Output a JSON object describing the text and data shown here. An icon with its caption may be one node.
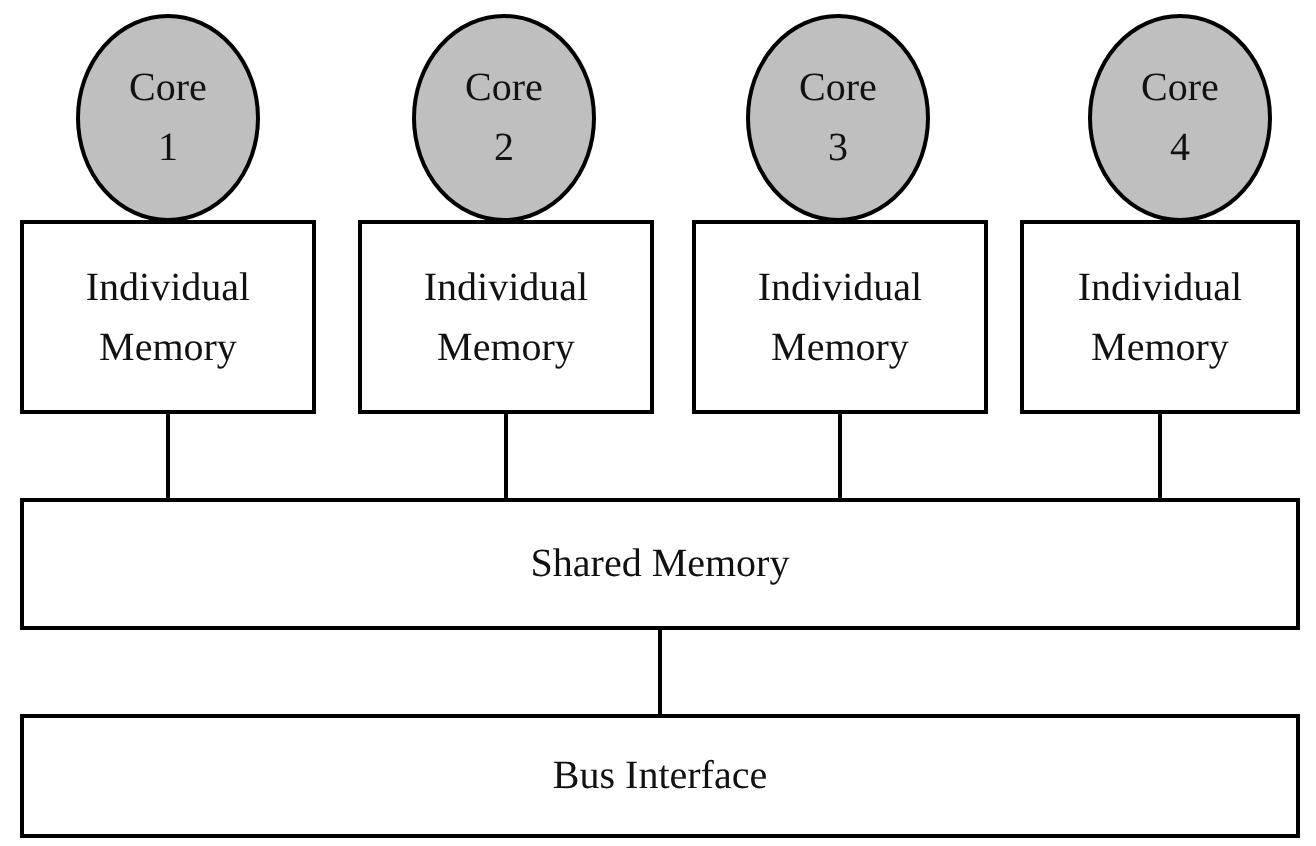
{
  "diagram": {
    "nodes": [
      {
        "text": [
          "Core 1"
        ]
      },
      {
        "text": [
          "Core 2"
        ]
      },
      {
        "text": [
          "Core 3"
        ]
      },
      {
        "text": [
          "Core 4"
        ]
      },
      {
        "text": [
          "Individual Memory"
        ]
      },
      {
        "text": [
          "Individual Memory"
        ]
      },
      {
        "text": [
          "Individual Memory"
        ]
      },
      {
        "text": [
          "Individual Memory"
        ]
      },
      {
        "text": [
          "Shared Memory"
        ]
      },
      {
        "text": [
          "Bus Interface"
        ]
      }
    ],
    "edges": [
      {
        "from": 4,
        "to": 8,
        "arrow": "none"
      },
      {
        "from": 5,
        "to": 8,
        "arrow": "none"
      },
      {
        "from": 6,
        "to": 8,
        "arrow": "none"
      },
      {
        "from": 7,
        "to": 8,
        "arrow": "none"
      },
      {
        "from": 8,
        "to": 9,
        "arrow": "none"
      }
    ]
  }
}
